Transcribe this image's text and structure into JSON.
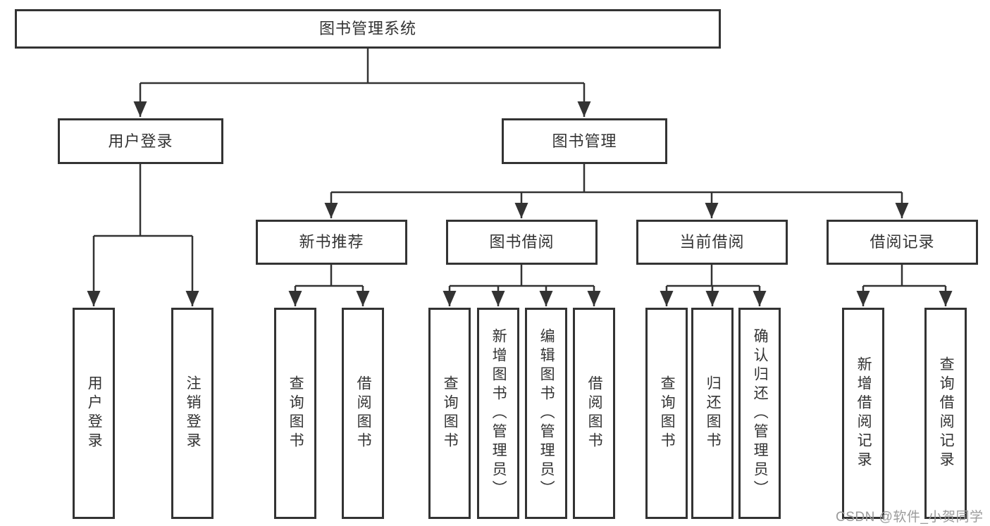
{
  "diagram": {
    "type": "hierarchy-tree",
    "colors": {
      "line": "#333333",
      "box_border": "#333333",
      "text": "#333333",
      "background": "#ffffff",
      "watermark_text_color": "#9b9b9b"
    },
    "tree": {
      "root": {
        "label": "图书管理系统",
        "children": [
          {
            "label": "用户登录",
            "children": [
              {
                "label": "用户登录"
              },
              {
                "label": "注销登录"
              }
            ]
          },
          {
            "label": "图书管理",
            "children": [
              {
                "label": "新书推荐",
                "children": [
                  {
                    "label": "查询图书"
                  },
                  {
                    "label": "借阅图书"
                  }
                ]
              },
              {
                "label": "图书借阅",
                "children": [
                  {
                    "label": "查询图书"
                  },
                  {
                    "label": "新增图书（管理员）"
                  },
                  {
                    "label": "编辑图书（管理员）"
                  },
                  {
                    "label": "借阅图书"
                  }
                ]
              },
              {
                "label": "当前借阅",
                "children": [
                  {
                    "label": "查询图书"
                  },
                  {
                    "label": "归还图书"
                  },
                  {
                    "label": "确认归还（管理员）"
                  }
                ]
              },
              {
                "label": "借阅记录",
                "children": [
                  {
                    "label": "新增借阅记录"
                  },
                  {
                    "label": "查询借阅记录"
                  }
                ]
              }
            ]
          }
        ]
      }
    },
    "watermark": {
      "text": "CSDN @软件_小贺同学"
    }
  }
}
